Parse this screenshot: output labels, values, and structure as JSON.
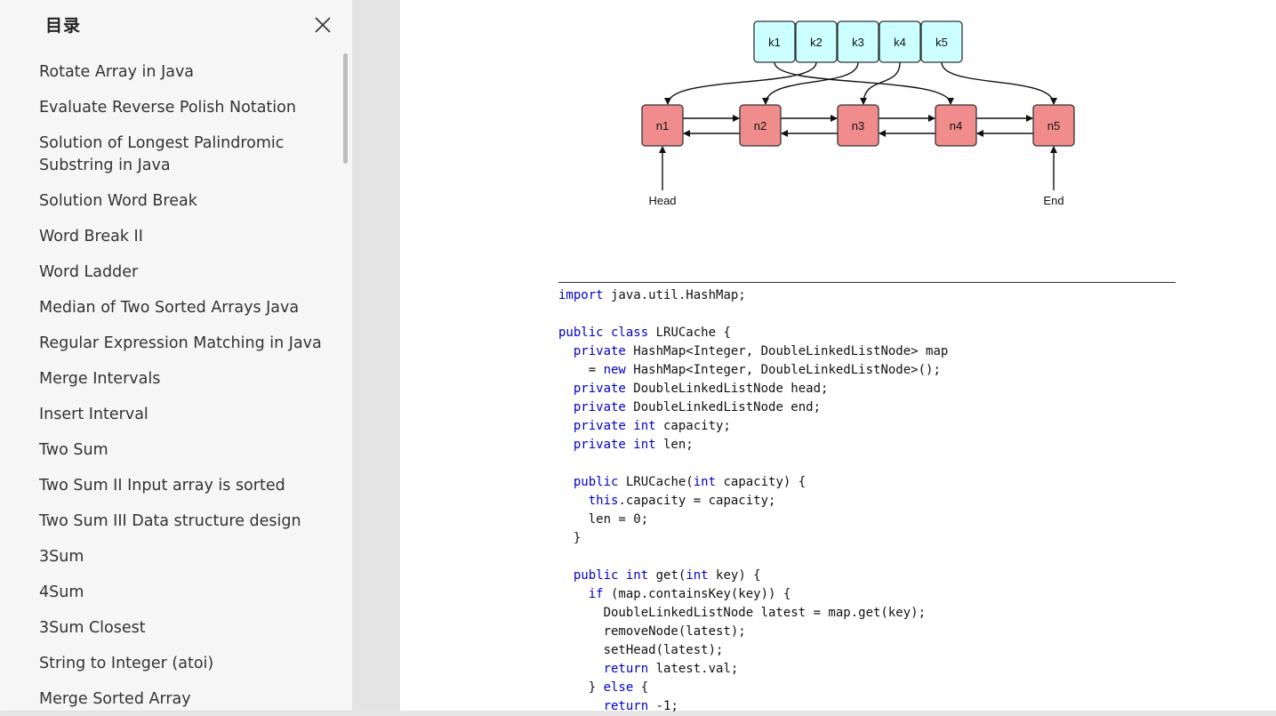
{
  "sidebar": {
    "title": "目录",
    "close_icon": "close-icon",
    "items": [
      {
        "label": "Rotate Array in Java"
      },
      {
        "label": "Evaluate Reverse Polish Notation"
      },
      {
        "label": "Solution of Longest Palindromic Substring in Java"
      },
      {
        "label": "Solution Word Break"
      },
      {
        "label": "Word Break II"
      },
      {
        "label": "Word Ladder"
      },
      {
        "label": "Median of Two Sorted Arrays Java"
      },
      {
        "label": "Regular Expression Matching in Java"
      },
      {
        "label": "Merge Intervals"
      },
      {
        "label": "Insert Interval"
      },
      {
        "label": "Two Sum"
      },
      {
        "label": "Two Sum II Input array is sorted"
      },
      {
        "label": "Two Sum III Data structure design"
      },
      {
        "label": "3Sum"
      },
      {
        "label": "4Sum"
      },
      {
        "label": "3Sum Closest"
      },
      {
        "label": "String to Integer (atoi)"
      },
      {
        "label": "Merge Sorted Array"
      }
    ]
  },
  "diagram": {
    "keys": [
      "k1",
      "k2",
      "k3",
      "k4",
      "k5"
    ],
    "nodes": [
      "n1",
      "n2",
      "n3",
      "n4",
      "n5"
    ],
    "head_label": "Head",
    "end_label": "End",
    "key_color": "#ccffff",
    "node_color": "#f08c8c"
  },
  "code": {
    "lines": [
      [
        [
          "kw",
          "import"
        ],
        [
          "t",
          " java.util.HashMap;"
        ]
      ],
      [],
      [
        [
          "kw",
          "public class"
        ],
        [
          "t",
          " LRUCache {"
        ]
      ],
      [
        [
          "t",
          "  "
        ],
        [
          "kw",
          "private"
        ],
        [
          "t",
          " HashMap<Integer, DoubleLinkedListNode> map"
        ]
      ],
      [
        [
          "t",
          "    = "
        ],
        [
          "kw",
          "new"
        ],
        [
          "t",
          " HashMap<Integer, DoubleLinkedListNode>();"
        ]
      ],
      [
        [
          "t",
          "  "
        ],
        [
          "kw",
          "private"
        ],
        [
          "t",
          " DoubleLinkedListNode head;"
        ]
      ],
      [
        [
          "t",
          "  "
        ],
        [
          "kw",
          "private"
        ],
        [
          "t",
          " DoubleLinkedListNode end;"
        ]
      ],
      [
        [
          "t",
          "  "
        ],
        [
          "kw",
          "private int"
        ],
        [
          "t",
          " capacity;"
        ]
      ],
      [
        [
          "t",
          "  "
        ],
        [
          "kw",
          "private int"
        ],
        [
          "t",
          " len;"
        ]
      ],
      [],
      [
        [
          "t",
          "  "
        ],
        [
          "kw",
          "public"
        ],
        [
          "t",
          " LRUCache("
        ],
        [
          "kw",
          "int"
        ],
        [
          "t",
          " capacity) {"
        ]
      ],
      [
        [
          "t",
          "    "
        ],
        [
          "kw",
          "this"
        ],
        [
          "t",
          ".capacity = capacity;"
        ]
      ],
      [
        [
          "t",
          "    len = 0;"
        ]
      ],
      [
        [
          "t",
          "  }"
        ]
      ],
      [],
      [
        [
          "t",
          "  "
        ],
        [
          "kw",
          "public int"
        ],
        [
          "t",
          " get("
        ],
        [
          "kw",
          "int"
        ],
        [
          "t",
          " key) {"
        ]
      ],
      [
        [
          "t",
          "    "
        ],
        [
          "kw",
          "if"
        ],
        [
          "t",
          " (map.containsKey(key)) {"
        ]
      ],
      [
        [
          "t",
          "      DoubleLinkedListNode latest = map.get(key);"
        ]
      ],
      [
        [
          "t",
          "      removeNode(latest);"
        ]
      ],
      [
        [
          "t",
          "      setHead(latest);"
        ]
      ],
      [
        [
          "t",
          "      "
        ],
        [
          "kw",
          "return"
        ],
        [
          "t",
          " latest.val;"
        ]
      ],
      [
        [
          "t",
          "    } "
        ],
        [
          "kw",
          "else"
        ],
        [
          "t",
          " {"
        ]
      ],
      [
        [
          "t",
          "      "
        ],
        [
          "kw",
          "return"
        ],
        [
          "t",
          " -1;"
        ]
      ]
    ]
  }
}
